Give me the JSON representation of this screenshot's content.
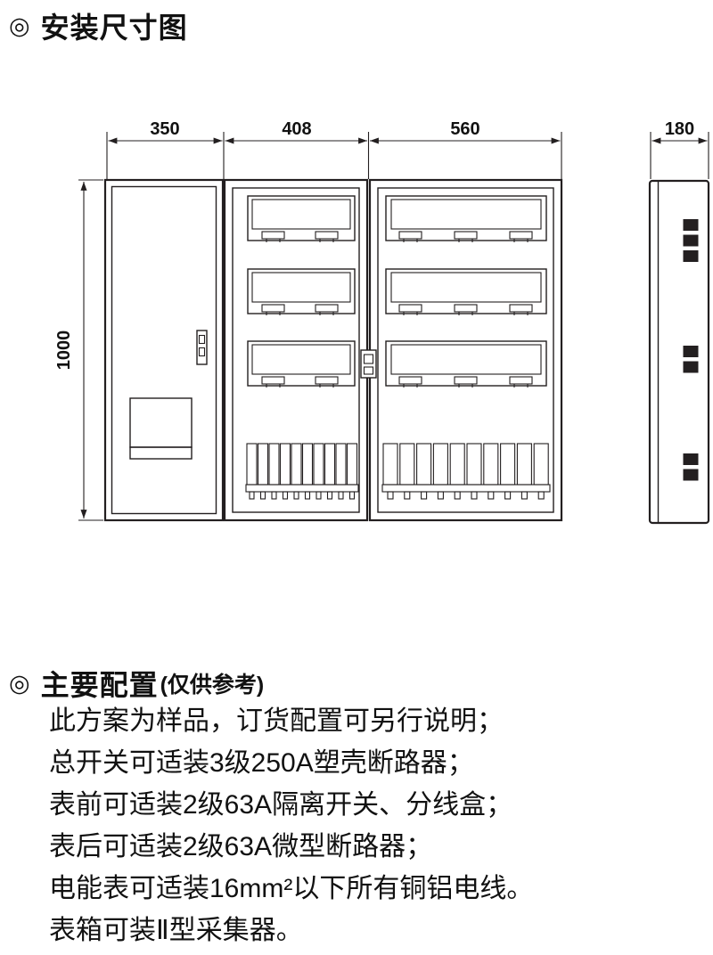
{
  "headers": {
    "bullet_symbol": "◎",
    "install_title": "安装尺寸图",
    "config_title": "主要配置",
    "config_title_note": "(仅供参考)"
  },
  "dimensions": {
    "door_width": "350",
    "middle_width": "408",
    "right_width": "560",
    "depth": "180",
    "height": "1000"
  },
  "config_lines": [
    "此方案为样品，订货配置可另行说明；",
    "总开关可适装3级250A塑壳断路器；",
    "表前可适装2级63A隔离开关、分线盒；",
    "表后可适装2级63A微型断路器；",
    "电能表可适装16mm²以下所有铜铝电线。",
    "表箱可装Ⅱ型采集器。"
  ]
}
